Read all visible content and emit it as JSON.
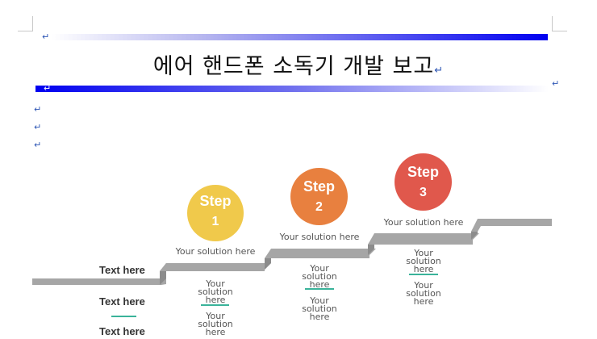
{
  "document": {
    "title": "에어 핸드폰 소독기 개발 보고",
    "paragraph_mark": "↵"
  },
  "steps": [
    {
      "label": "Step",
      "number": "1",
      "color": "#f0c94b",
      "solution": "Your solution here"
    },
    {
      "label": "Step",
      "number": "2",
      "color": "#e8803f",
      "solution": "Your solution here"
    },
    {
      "label": "Step",
      "number": "3",
      "color": "#e0584c",
      "solution": "Your solution here"
    }
  ],
  "left_column": {
    "texts": [
      "Text here",
      "Text here",
      "Text here"
    ]
  },
  "columns": [
    {
      "solution_a": "Your solution here",
      "solution_b": "Your solution here"
    },
    {
      "solution_a": "Your solution here",
      "solution_b": "Your solution here"
    },
    {
      "solution_a": "Your solution here",
      "solution_b": "Your solution here"
    }
  ],
  "colors": {
    "stair_top": "#a6a6a6",
    "stair_side": "#8c8c8c",
    "divider": "#3ab39a"
  }
}
